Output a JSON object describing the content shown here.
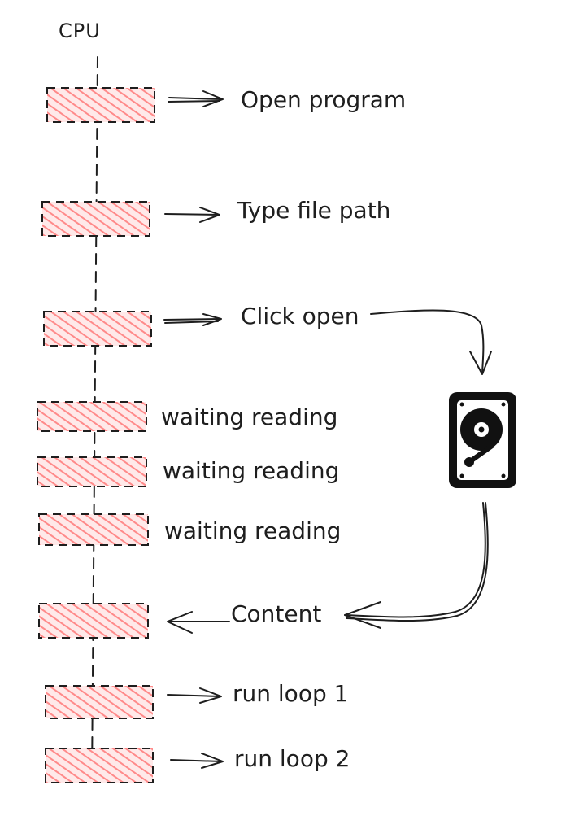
{
  "title": "CPU",
  "colors": {
    "ink": "#1e1e1e",
    "hatch": "#ff8a8a",
    "background": "#ffffff"
  },
  "steps": [
    {
      "label": "Open program",
      "arrow": "right"
    },
    {
      "label": "Type file path",
      "arrow": "right"
    },
    {
      "label": "Click open",
      "arrow": "right"
    },
    {
      "label": "waiting reading",
      "arrow": "none"
    },
    {
      "label": "waiting reading",
      "arrow": "none"
    },
    {
      "label": "waiting reading",
      "arrow": "none"
    },
    {
      "label": "Content",
      "arrow": "left"
    },
    {
      "label": "run loop 1",
      "arrow": "right"
    },
    {
      "label": "run loop 2",
      "arrow": "right"
    }
  ],
  "disk": {
    "icon": "hard-drive-icon"
  }
}
